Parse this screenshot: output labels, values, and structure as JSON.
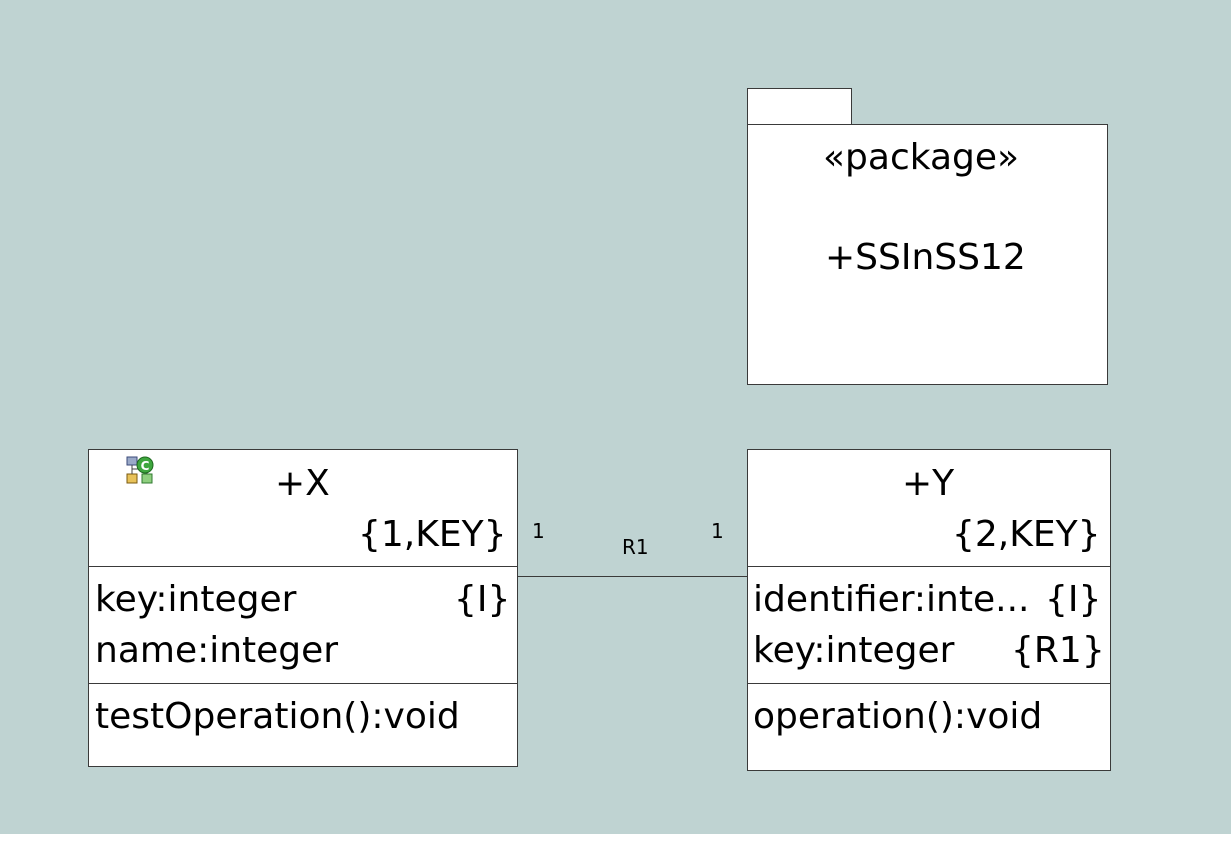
{
  "package": {
    "stereotype": "«package»",
    "name": "+SSInSS12"
  },
  "class_x": {
    "icon": "class-c-icon",
    "name": "+X",
    "constraint": "{1,KEY}",
    "attributes": [
      {
        "text": "key:integer",
        "tag": "{I}"
      },
      {
        "text": "name:integer",
        "tag": ""
      }
    ],
    "operations": [
      "testOperation():void"
    ]
  },
  "class_y": {
    "name": "+Y",
    "constraint": "{2,KEY}",
    "attributes": [
      {
        "text": "identifier:inte...",
        "tag": "{I}"
      },
      {
        "text": "key:integer",
        "tag": "{R1}"
      }
    ],
    "operations": [
      "operation():void"
    ]
  },
  "association": {
    "name": "R1",
    "mult_x": "1",
    "mult_y": "1"
  },
  "colors": {
    "canvas": "#bfd3d2",
    "box_fill": "#ffffff",
    "line": "#3a3a3a"
  }
}
